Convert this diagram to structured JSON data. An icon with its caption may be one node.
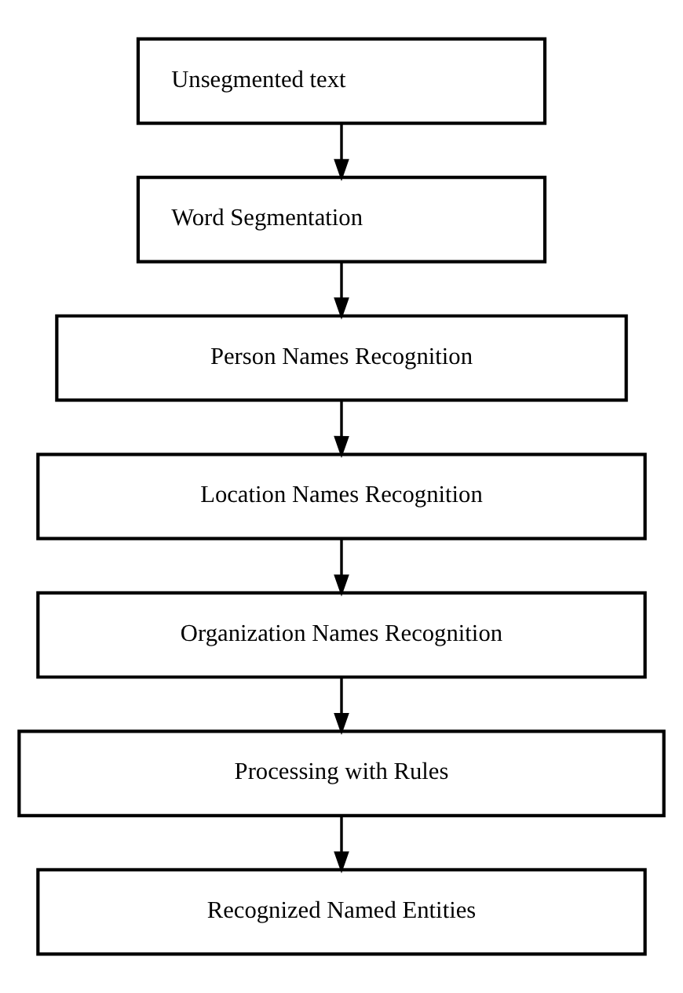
{
  "diagram": {
    "nodes": [
      {
        "text": [
          "Unsegmented text"
        ]
      },
      {
        "text": [
          "Word Segmentation"
        ]
      },
      {
        "text": [
          "Person Names Recognition"
        ]
      },
      {
        "text": [
          "Location Names Recognition"
        ]
      },
      {
        "text": [
          "Organization Names Recognition"
        ]
      },
      {
        "text": [
          "Processing with Rules"
        ]
      },
      {
        "text": [
          "Recognized Named Entities"
        ]
      }
    ],
    "edges": [
      {
        "from": 0,
        "to": 1,
        "arrow": "to"
      },
      {
        "from": 1,
        "to": 2,
        "arrow": "to"
      },
      {
        "from": 2,
        "to": 3,
        "arrow": "to"
      },
      {
        "from": 3,
        "to": 4,
        "arrow": "to"
      },
      {
        "from": 4,
        "to": 5,
        "arrow": "to"
      },
      {
        "from": 5,
        "to": 6,
        "arrow": "to"
      }
    ]
  }
}
